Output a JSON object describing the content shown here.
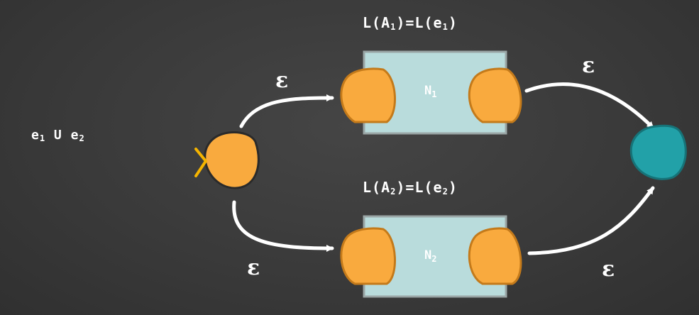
{
  "labels": {
    "top_lang_prefix": "L(A",
    "top_lang_sub": "1",
    "top_lang_mid": ")=L(e",
    "top_lang_sub2": "1",
    "top_lang_suffix": ")",
    "bottom_lang_prefix": "L(A",
    "bottom_lang_sub": "2",
    "bottom_lang_mid": ")=L(e",
    "bottom_lang_sub2": "2",
    "bottom_lang_suffix": ")",
    "expr_e": "e",
    "expr_sub1": "1",
    "expr_union": " U e",
    "expr_sub2": "2",
    "n1_main": "N",
    "n1_sub": "1",
    "n2_main": "N",
    "n2_sub": "2",
    "epsilon": "ε"
  },
  "colors": {
    "state_fill": "#f9aa3e",
    "state_stroke": "#c47a1a",
    "final_fill": "#22a1a8",
    "final_stroke": "#167378",
    "box_fill": "#b9dcdc",
    "box_stroke": "#9aa6a6",
    "start_marker": "#f5b400",
    "arrow": "#ffffff"
  }
}
